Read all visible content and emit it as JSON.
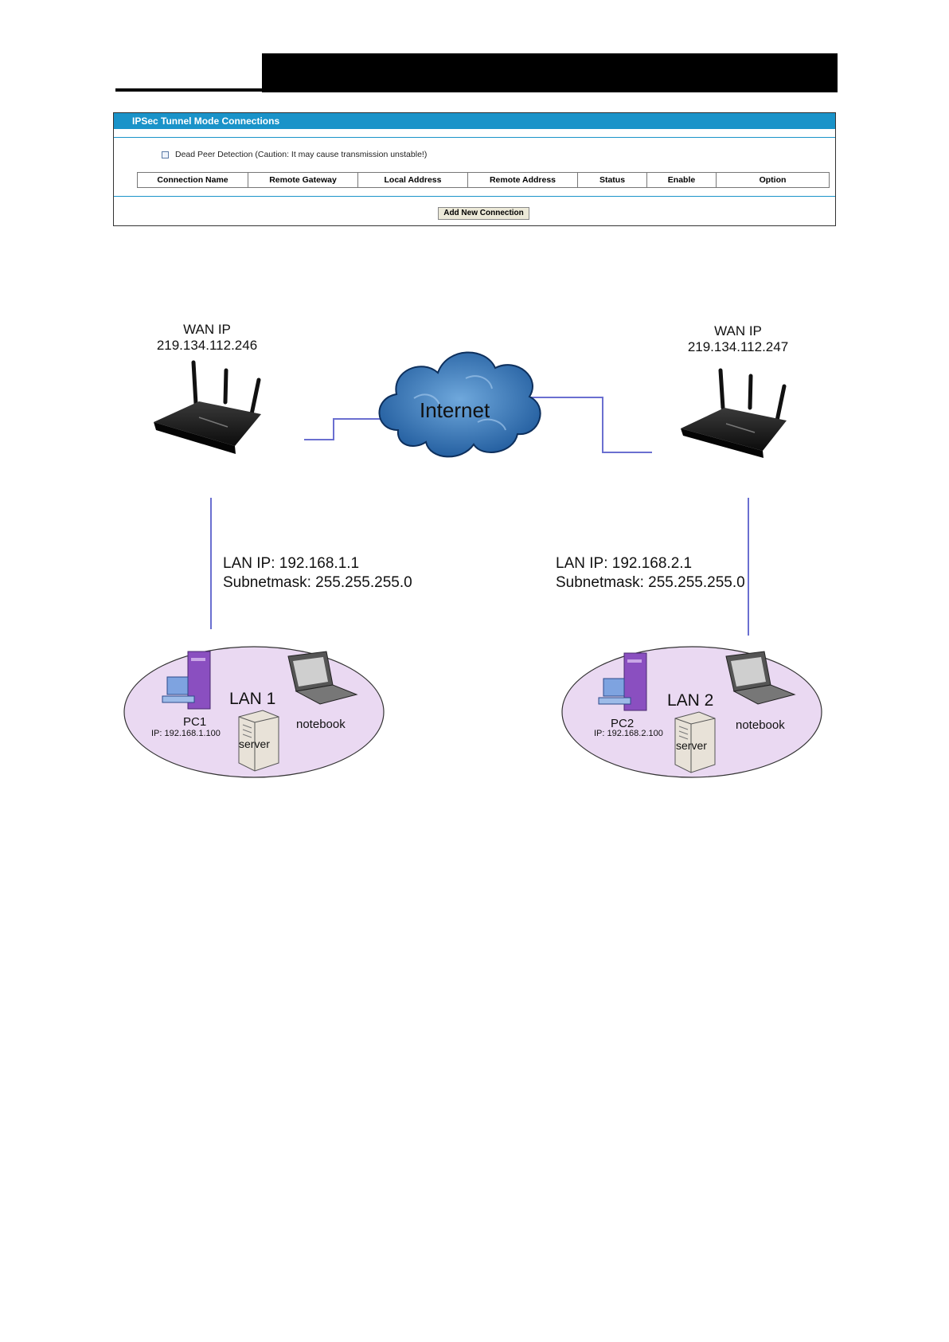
{
  "panel": {
    "title": "IPSec Tunnel Mode Connections",
    "dpd_label": "Dead Peer Detection (Caution: It may cause transmission unstable!)",
    "columns": [
      "Connection Name",
      "Remote Gateway",
      "Local Address",
      "Remote Address",
      "Status",
      "Enable",
      "Option"
    ],
    "add_button": "Add New Connection"
  },
  "diagram": {
    "left": {
      "wan_title": "WAN IP",
      "wan_ip": "219.134.112.246",
      "lan_ip": "LAN IP: 192.168.1.1",
      "subnet": "Subnetmask: 255.255.255.0",
      "lan_name": "LAN 1",
      "pc_name": "PC1",
      "pc_ip": "IP: 192.168.1.100",
      "notebook": "notebook",
      "server": "server"
    },
    "right": {
      "wan_title": "WAN IP",
      "wan_ip": "219.134.112.247",
      "lan_ip": "LAN IP: 192.168.2.1",
      "subnet": "Subnetmask: 255.255.255.0",
      "lan_name": "LAN 2",
      "pc_name": "PC2",
      "pc_ip": "IP: 192.168.2.100",
      "notebook": "notebook",
      "server": "server"
    },
    "cloud_label": "Internet",
    "colors": {
      "link": "#6a6fd0",
      "lan_fill": "#ead9f2",
      "cloud": "#2f6fb0",
      "pc": "#8a4fc0"
    }
  }
}
